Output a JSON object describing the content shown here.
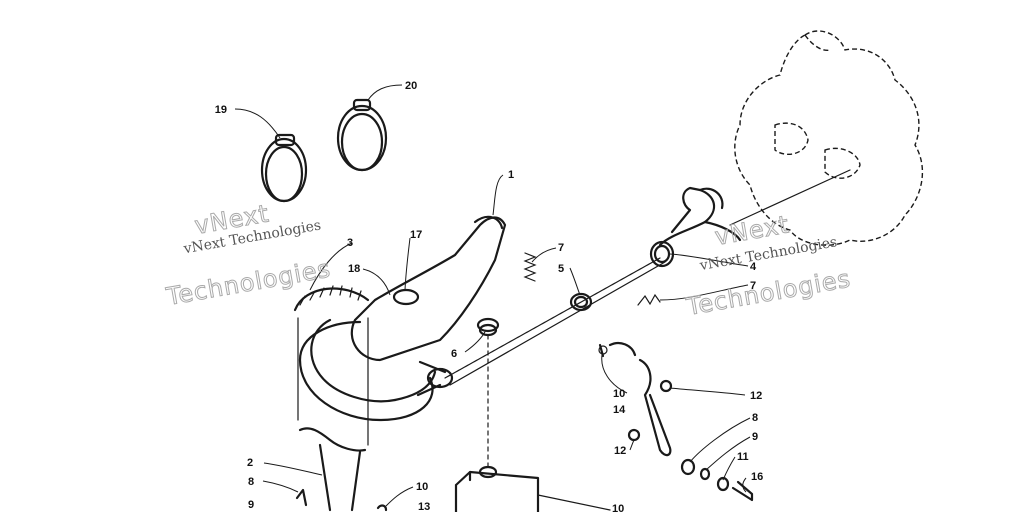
{
  "watermark": {
    "company_small": "vNext Technologies",
    "company_large": "Technologies",
    "company_next": "vNext"
  },
  "callouts": [
    {
      "id": "c1",
      "label": "1"
    },
    {
      "id": "c2",
      "label": "2"
    },
    {
      "id": "c3",
      "label": "3"
    },
    {
      "id": "c4",
      "label": "4"
    },
    {
      "id": "c5",
      "label": "5"
    },
    {
      "id": "c6",
      "label": "6"
    },
    {
      "id": "c7a",
      "label": "7"
    },
    {
      "id": "c7b",
      "label": "7"
    },
    {
      "id": "c8a",
      "label": "8"
    },
    {
      "id": "c8b",
      "label": "8"
    },
    {
      "id": "c9a",
      "label": "9"
    },
    {
      "id": "c9b",
      "label": "9"
    },
    {
      "id": "c10a",
      "label": "10"
    },
    {
      "id": "c10b",
      "label": "10"
    },
    {
      "id": "c10c",
      "label": "10"
    },
    {
      "id": "c11",
      "label": "11"
    },
    {
      "id": "c12a",
      "label": "12"
    },
    {
      "id": "c12b",
      "label": "12"
    },
    {
      "id": "c13",
      "label": "13"
    },
    {
      "id": "c14",
      "label": "14"
    },
    {
      "id": "c16",
      "label": "16"
    },
    {
      "id": "c17",
      "label": "17"
    },
    {
      "id": "c18",
      "label": "18"
    },
    {
      "id": "c19",
      "label": "19"
    },
    {
      "id": "c20",
      "label": "20"
    }
  ]
}
